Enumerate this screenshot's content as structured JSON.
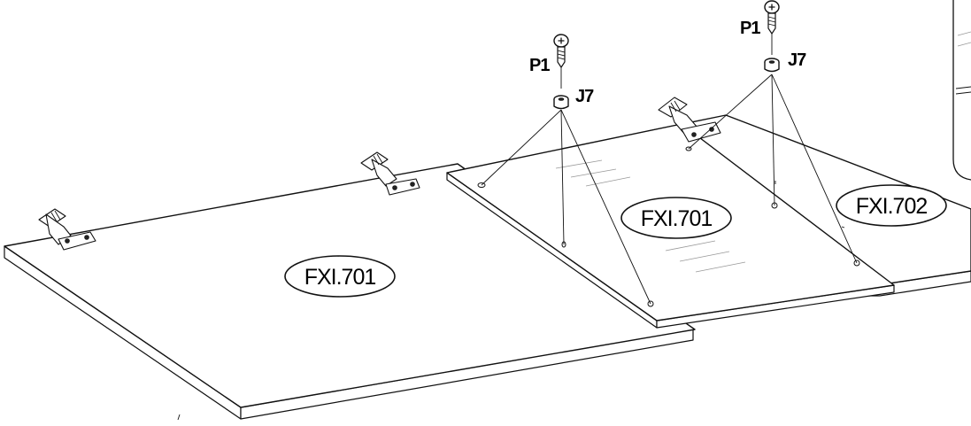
{
  "labels": {
    "panel_large": "FXI.701",
    "panel_glass": "FXI.701",
    "panel_right": "FXI.702"
  },
  "parts": {
    "screw_1": "P1",
    "cap_1": "J7",
    "screw_2": "P1",
    "cap_2": "J7"
  }
}
